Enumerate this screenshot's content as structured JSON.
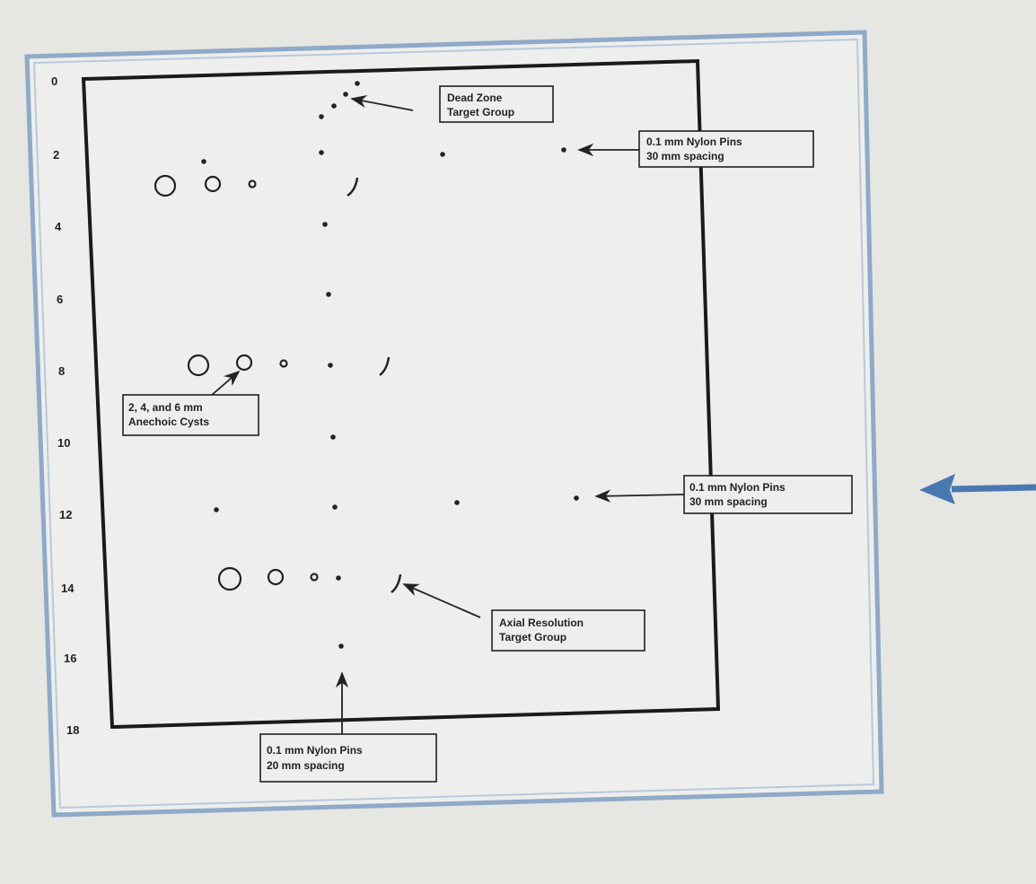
{
  "diagram": {
    "depth_axis_ticks": [
      "0",
      "2",
      "4",
      "6",
      "8",
      "10",
      "12",
      "14",
      "16",
      "18"
    ],
    "labels": {
      "dead_zone": [
        "Dead Zone",
        "Target Group"
      ],
      "nylon_top": [
        "0.1 mm Nylon Pins",
        "30 mm spacing"
      ],
      "cysts": [
        "2, 4, and 6 mm",
        "Anechoic Cysts"
      ],
      "nylon_right": [
        "0.1 mm Nylon Pins",
        "30 mm spacing"
      ],
      "axial": [
        "Axial Resolution",
        "Target Group"
      ],
      "nylon_bottom": [
        "0.1 mm Nylon Pins",
        "20 mm spacing"
      ]
    },
    "colors": {
      "frame_border": "#8fa9c8",
      "pointer_arrow": "#4a77b0",
      "ink": "#222222",
      "background": "#e6e6e3"
    },
    "pointer_arrow_icon": "arrow-left-icon"
  }
}
